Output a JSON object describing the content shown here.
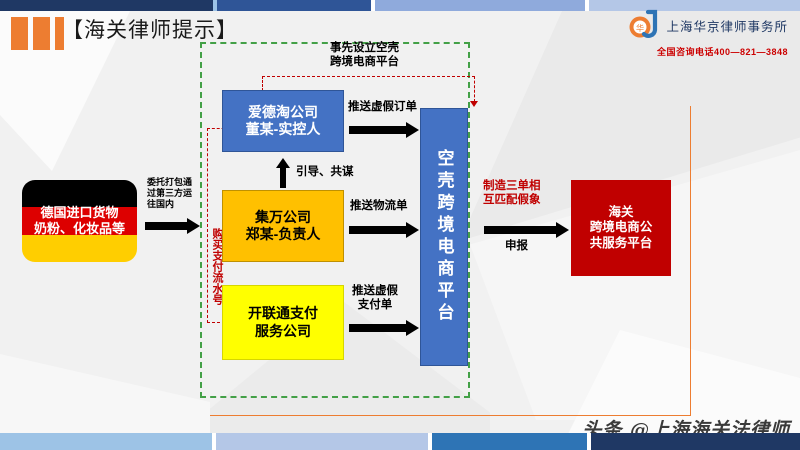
{
  "header": {
    "title": "【海关律师提示】",
    "logo_text": "上海华京律师事务所",
    "logo_phone": "全国咨询电话400—821—3848"
  },
  "nodes": {
    "germany": {
      "line1": "德国进口货物",
      "line2": "奶粉、化妆品等"
    },
    "edetao": {
      "line1": "爱德淘公司",
      "line2": "董某-实控人"
    },
    "jiwan": {
      "line1": "集万公司",
      "line2": "郑某-负责人"
    },
    "klt": {
      "line1": "开联通支付",
      "line2": "服务公司"
    },
    "shell": {
      "label": "空壳跨境电商平台"
    },
    "customs": {
      "line1": "海关",
      "line2": "跨境电商公",
      "line3": "共服务平台"
    }
  },
  "labels": {
    "preset_platform": {
      "line1": "事先设立空壳",
      "line2": "跨境电商平台"
    },
    "import_route": {
      "line1": "委托打包通",
      "line2": "过第三方运",
      "line3": "往国内"
    },
    "buy_payment_flow": "购买支付流水号",
    "push_fake_order": "推送虚假订单",
    "guide_conspire": "引导、共谋",
    "push_logistics": "推送物流单",
    "push_fake_payment": {
      "line1": "推送虚假",
      "line2": "支付单"
    },
    "three_docs_match": {
      "line1": "制造三单相",
      "line2": "互匹配假象"
    },
    "declare": "申报"
  },
  "footer": {
    "watermark": "头条 @上海海关法律师"
  },
  "colors": {
    "accent_orange": "#ED7D31",
    "deep_blue": "#1f3864",
    "node_blue": "#4472C4",
    "node_orange": "#FFC000",
    "node_yellow": "#FFFF00",
    "customs_red": "#C00000",
    "dashed_green": "#43a047"
  }
}
